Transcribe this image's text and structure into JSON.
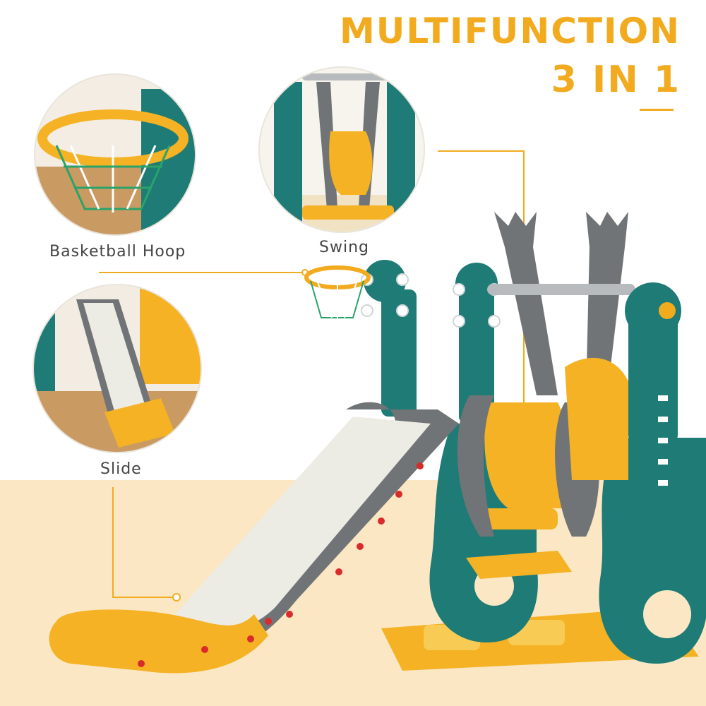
{
  "headline": {
    "line1": "MULTIFUNCTION",
    "line2": "3 IN 1"
  },
  "callouts": [
    {
      "label": "Basketball Hoop"
    },
    {
      "label": "Swing"
    },
    {
      "label": "Slide"
    }
  ],
  "colors": {
    "accent": "#f2ab1f",
    "teal": "#1e7b76",
    "gray": "#707476",
    "floor": "#fbe7c4",
    "label": "#444444"
  },
  "icons": [
    "basketball-hoop-icon",
    "swing-seat-icon",
    "slide-icon"
  ]
}
